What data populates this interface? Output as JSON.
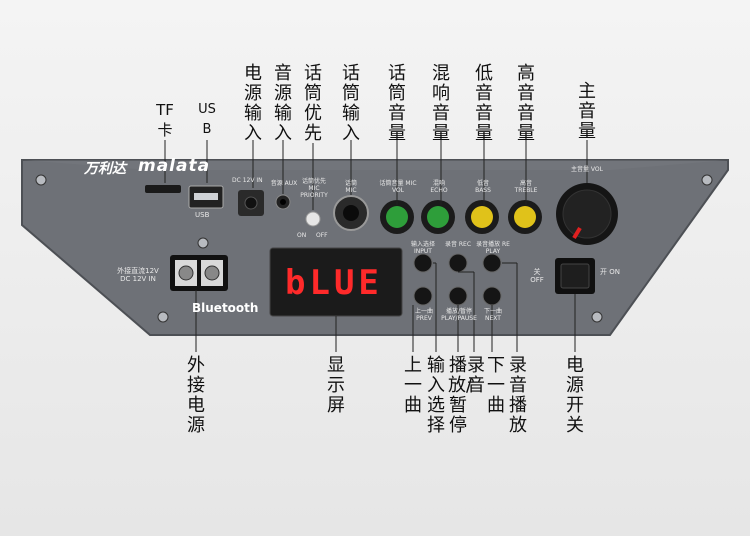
{
  "brand": {
    "cn": "万利达",
    "en": "malata"
  },
  "display": {
    "text": "bLUE"
  },
  "callouts": {
    "tf_card": "TF卡",
    "usb": "USB",
    "power_input": "电源输入",
    "audio_input": "音源输入",
    "mic_priority": "话筒优先",
    "mic_input": "话筒输入",
    "mic_volume": "话筒音量",
    "echo_volume": "混响音量",
    "bass_volume": "低音音量",
    "treble_volume": "高音音量",
    "master_volume": "主音量",
    "external_power": "外接电源",
    "display": "显示屏",
    "prev": "上一曲",
    "input_select": "输入选择",
    "play_pause": "播放/暂停",
    "record": "录音",
    "next": "下一曲",
    "rec_play": "录音播放",
    "power_switch": "电源开关"
  },
  "panel_labels": {
    "usb": "USB",
    "dc_in": "DC 12V IN",
    "aux": "音源 AUX",
    "mic_priority": "话筒优先 MIC PRIORITY",
    "on": "ON",
    "off": "OFF",
    "mic": "话筒 MIC",
    "mic_vol": "话筒音量 MIC VOL",
    "echo": "混响 ECHO",
    "bass": "低音 BASS",
    "treble": "高音 TREBLE",
    "vol": "主音量 VOL",
    "input": "输入选择 INPUT",
    "rec": "录音 REC",
    "re_play": "录音播放 RE PLAY",
    "prev": "上一曲 PREV",
    "play_pause": "播放/暂停 PLAY/PAUSE",
    "next": "下一曲 NEXT",
    "ext_power": "外接直流12V DC 12V IN",
    "switch_off": "关 OFF",
    "switch_on": "开 ON",
    "bluetooth": "Bluetooth"
  },
  "colors": {
    "panel": "#6f7278",
    "mic_knob": "#2e9e3a",
    "echo_knob": "#2e9e3a",
    "bass_knob": "#e0c21a",
    "treble_knob": "#e0c21a",
    "display_red": "#ff2a2a"
  }
}
